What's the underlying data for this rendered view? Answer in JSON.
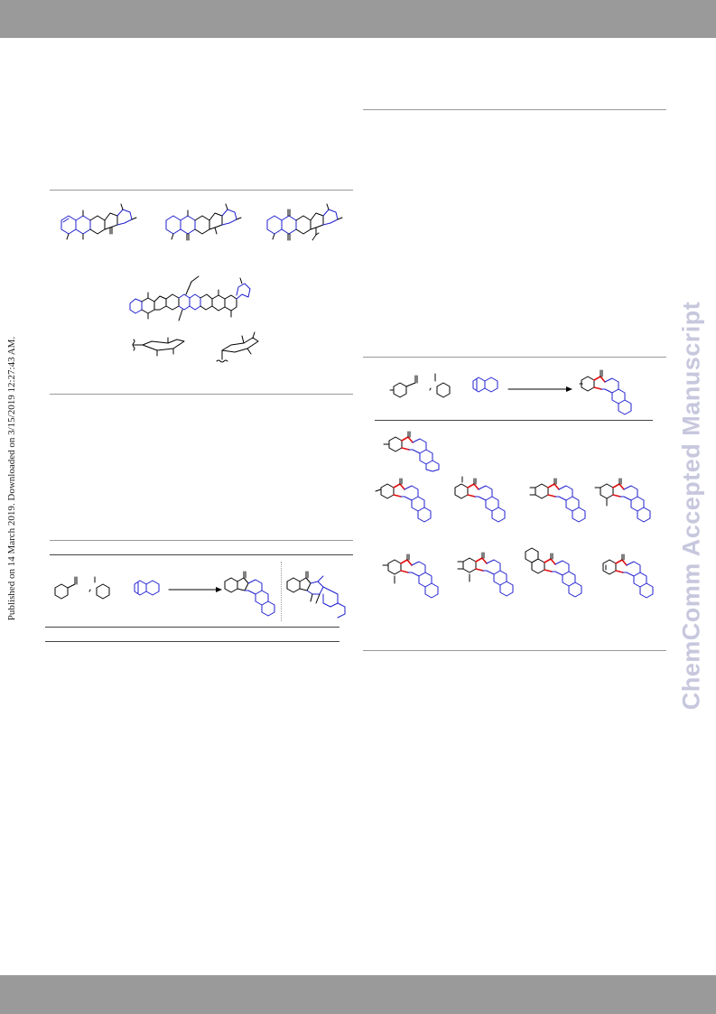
{
  "header": {
    "band_color": "#9a9a9a"
  },
  "footer": {
    "band_color": "#9a9a9a"
  },
  "watermark": {
    "text": "ChemComm Accepted Manuscript",
    "color": "#c7c7de"
  },
  "publication_note": {
    "text": "Published on 14 March 2019. Downloaded on 3/15/2019 12:27:43 AM."
  },
  "colors": {
    "bond_black": "#000000",
    "bond_blue": "#1f1fd0",
    "bond_red": "#e01010"
  },
  "icons": {
    "structure": "fused-ring-skeletal-structure",
    "arrow": "reaction-arrow",
    "wavy": "wavy-bond-attachment"
  }
}
